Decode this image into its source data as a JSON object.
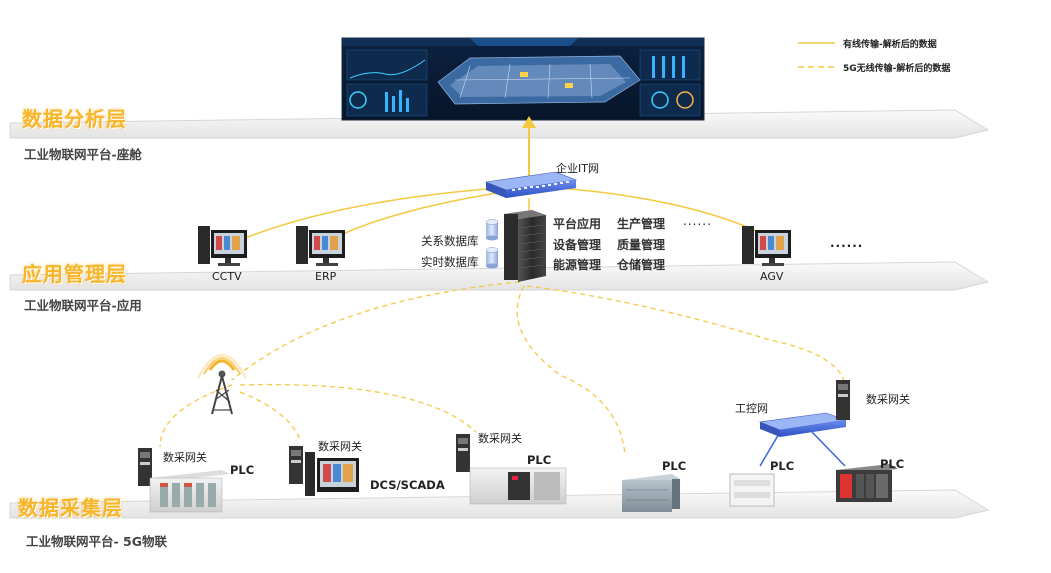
{
  "legend": {
    "wired": {
      "text": "有线传输-解析后的数据",
      "color": "#f5c842"
    },
    "wireless": {
      "text": "5G无线传输-解析后的数据",
      "color": "#f5c842"
    }
  },
  "layers": {
    "analysis": {
      "title": "数据分析层",
      "subtitle": "工业物联网平台-座舱"
    },
    "application": {
      "title": "应用管理层",
      "subtitle": "工业物联网平台-应用"
    },
    "collection": {
      "title": "数据采集层",
      "subtitle": "工业物联网平台- 5G物联"
    }
  },
  "application": {
    "enterprise_network": "企业IT网",
    "terminals": {
      "cctv": "CCTV",
      "erp": "ERP",
      "agv": "AGV",
      "more": "......"
    },
    "databases": [
      "关系数据库",
      "实时数据库"
    ],
    "services_col1": [
      "平台应用",
      "设备管理",
      "能源管理"
    ],
    "services_col2": [
      "生产管理",
      "质量管理",
      "仓储管理"
    ],
    "services_more": "......"
  },
  "collection": {
    "gateway_label": "数采网关",
    "plc_label": "PLC",
    "dcs_label": "DCS/SCADA",
    "control_network": "工控网"
  },
  "colors": {
    "title": "#f7b52a",
    "line": "#f5c842",
    "switch": "#3a64d8",
    "platform": "#efefef"
  }
}
